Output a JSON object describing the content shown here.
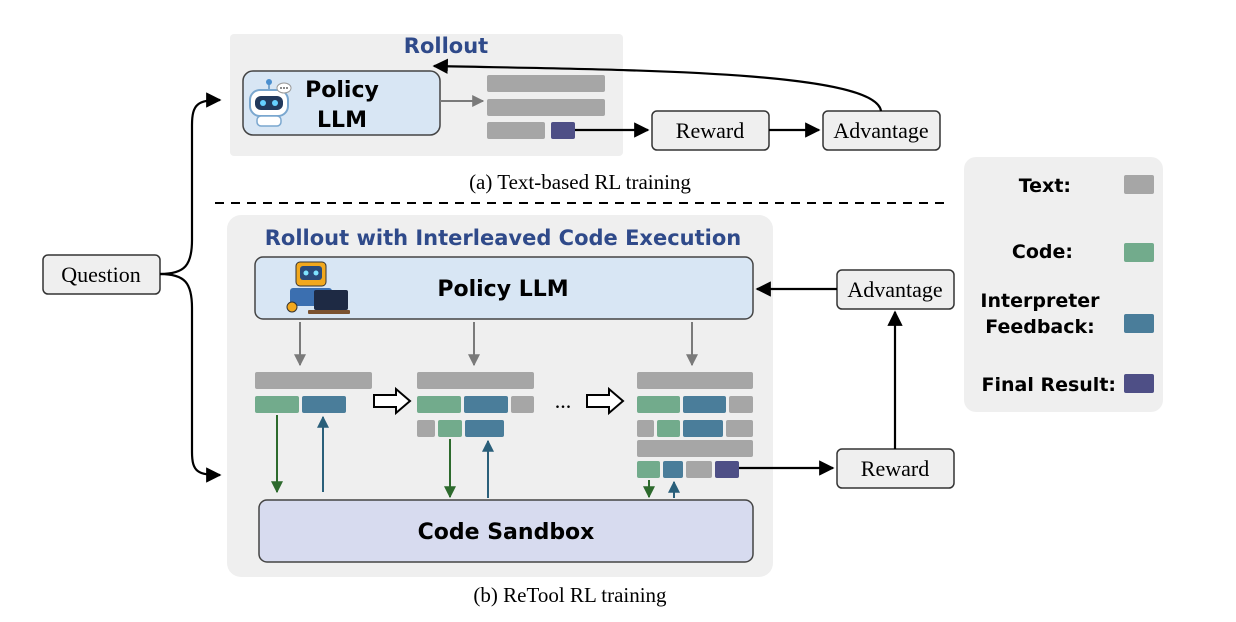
{
  "input": {
    "label": "Question"
  },
  "top_panel": {
    "title": "Rollout",
    "policy_label_line1": "Policy",
    "policy_label_line2": "LLM",
    "reward_label": "Reward",
    "advantage_label": "Advantage",
    "caption": "(a) Text-based RL training"
  },
  "bottom_panel": {
    "title": "Rollout with Interleaved Code Execution",
    "policy_label": "Policy LLM",
    "sandbox_label": "Code Sandbox",
    "advantage_label": "Advantage",
    "reward_label": "Reward",
    "ellipsis": "...",
    "caption": "(b) ReTool RL training"
  },
  "legend": {
    "items": [
      {
        "label_line1": "Text:",
        "label_line2": "",
        "color": "#a6a6a6"
      },
      {
        "label_line1": "Code:",
        "label_line2": "",
        "color": "#72ab8c"
      },
      {
        "label_line1": "Interpreter",
        "label_line2": "Feedback:",
        "color": "#4a7d9a"
      },
      {
        "label_line1": "Final Result:",
        "label_line2": "",
        "color": "#4e4f86"
      }
    ]
  },
  "colors": {
    "panel_bg": "#efefef",
    "policy_bg": "#d8e6f4",
    "sandbox_bg": "#d7dbef",
    "title_blue": "#2f4a8a",
    "text_block": "#a6a6a6",
    "code_block": "#72ab8c",
    "feedback_block": "#4a7d9a",
    "final_block": "#4e4f86",
    "down_arrow_green": "#2d6a2d",
    "up_arrow_blue": "#2a5f7a"
  },
  "icons": [
    "robot-icon",
    "robot-laptop-icon"
  ]
}
